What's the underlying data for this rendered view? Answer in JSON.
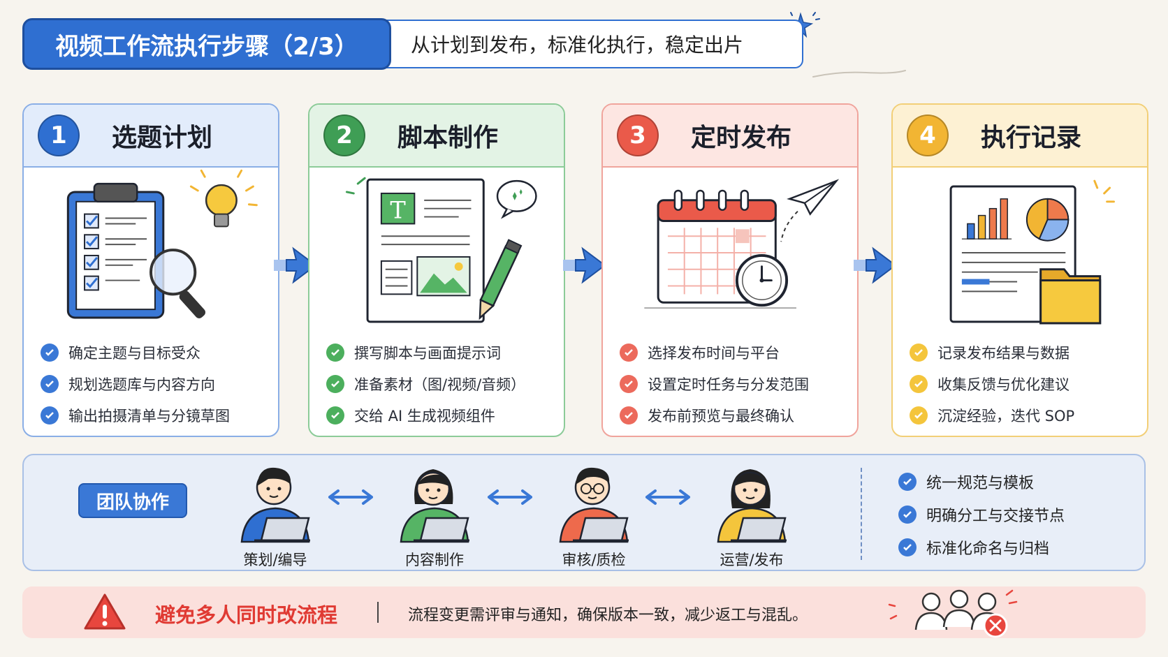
{
  "header": {
    "title": "视频工作流执行步骤（2/3）",
    "subtitle": "从计划到发布，标准化执行，稳定出片"
  },
  "steps": [
    {
      "number": "1",
      "title": "选题计划",
      "color": "#2f6fd1",
      "items": [
        "确定主题与目标受众",
        "规划选题库与内容方向",
        "输出拍摄清单与分镜草图"
      ]
    },
    {
      "number": "2",
      "title": "脚本制作",
      "color": "#3f9e55",
      "items": [
        "撰写脚本与画面提示词",
        "准备素材（图/视频/音频）",
        "交给 AI 生成视频组件"
      ]
    },
    {
      "number": "3",
      "title": "定时发布",
      "color": "#ea5a4a",
      "items": [
        "选择发布时间与平台",
        "设置定时任务与分发范围",
        "发布前预览与最终确认"
      ]
    },
    {
      "number": "4",
      "title": "执行记录",
      "color": "#f2b533",
      "items": [
        "记录发布结果与数据",
        "收集反馈与优化建议",
        "沉淀经验，迭代 SOP"
      ]
    }
  ],
  "team": {
    "badge": "团队协作",
    "roles": [
      {
        "label": "策划/编导",
        "shirt": "#2f6fd1"
      },
      {
        "label": "内容制作",
        "shirt": "#56b465"
      },
      {
        "label": "审核/质检",
        "shirt": "#ee6a4c"
      },
      {
        "label": "运营/发布",
        "shirt": "#f4c53c"
      }
    ],
    "checklist": [
      "统一规范与模板",
      "明确分工与交接节点",
      "标准化命名与归档"
    ]
  },
  "warning": {
    "title": "避免多人同时改流程",
    "text": "流程变更需评审与通知，确保版本一致，减少返工与混乱。"
  }
}
